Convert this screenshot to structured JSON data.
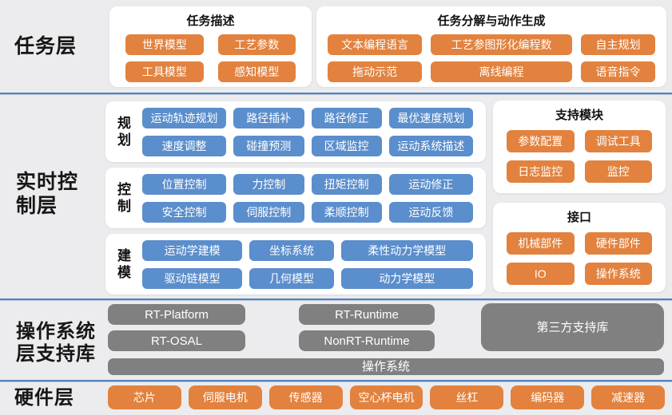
{
  "colors": {
    "background": "#ececee",
    "orange": "#e2823e",
    "blue": "#5b8ecc",
    "gray": "#808080",
    "divider_blue": "#5581ba"
  },
  "layers": {
    "task": {
      "label": "任务层",
      "groups": [
        {
          "title": "任务描述",
          "items": [
            "世界模型",
            "工艺参数",
            "工具模型",
            "感知模型"
          ]
        },
        {
          "title": "任务分解与动作生成",
          "items": [
            "文本编程语言",
            "工艺参图形化编程数",
            "自主规划",
            "拖动示范",
            "离线编程",
            "语音指令"
          ]
        }
      ]
    },
    "realtime": {
      "label": "实时控制层",
      "groups": [
        {
          "title": "规划",
          "items": [
            "运动轨迹规划",
            "路径插补",
            "路径修正",
            "最优速度规划",
            "速度调整",
            "碰撞预测",
            "区域监控",
            "运动系统描述"
          ]
        },
        {
          "title": "控制",
          "items": [
            "位置控制",
            "力控制",
            "扭矩控制",
            "运动修正",
            "安全控制",
            "伺服控制",
            "柔顺控制",
            "运动反馈"
          ]
        },
        {
          "title": "建模",
          "items": [
            "运动学建模",
            "坐标系统",
            "柔性动力学模型",
            "驱动链模型",
            "几何模型",
            "动力学模型"
          ]
        },
        {
          "title": "支持模块",
          "items": [
            "参数配置",
            "调试工具",
            "日志监控",
            "监控"
          ]
        },
        {
          "title": "接口",
          "items": [
            "机械部件",
            "硬件部件",
            "IO",
            "操作系统"
          ]
        }
      ]
    },
    "os": {
      "label": "操作系统层支持库",
      "items": [
        "RT-Platform",
        "RT-Runtime",
        "第三方支持库",
        "RT-OSAL",
        "NonRT-Runtime",
        "操作系统"
      ]
    },
    "hardware": {
      "label": "硬件层",
      "items": [
        "芯片",
        "伺服电机",
        "传感器",
        "空心杯电机",
        "丝杠",
        "编码器",
        "减速器"
      ]
    }
  }
}
